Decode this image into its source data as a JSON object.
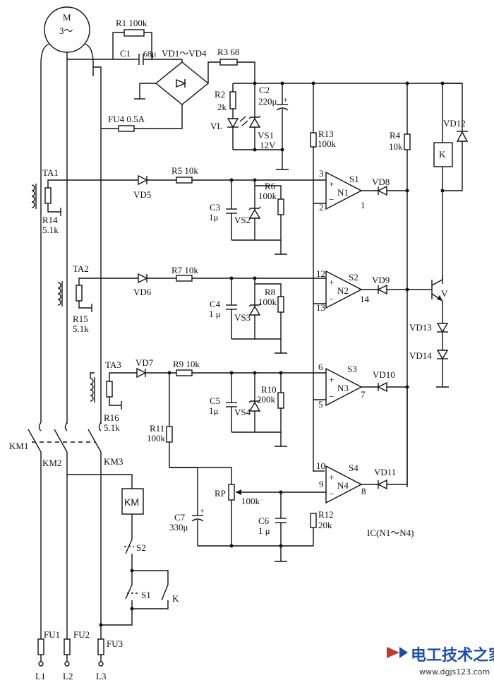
{
  "motor": {
    "name": "M",
    "type": "3～"
  },
  "labels": {
    "r1": "R1 100k",
    "c1": "C1",
    "c1_val": "68μ",
    "bridge": "VD1～VD4",
    "r3": "R3 68",
    "r2": "R2",
    "r2_val": "2k",
    "c2": "C2",
    "c2_val": "220μ",
    "vl": "VL",
    "vs1": "VS1",
    "vs1_val": "12V",
    "fu4": "FU4 0.5A",
    "r13": "R13",
    "r13_val": "100k",
    "r4": "R4",
    "r4_val": "10k",
    "vd12": "VD12",
    "k_relay": "K",
    "ta1": "TA1",
    "vd5": "VD5",
    "r5": "R5 10k",
    "r6": "R6",
    "r6_val": "100k",
    "c3": "C3",
    "c3_val": "1μ",
    "vs2": "VS2",
    "r14": "R14",
    "r14_val": "5.1k",
    "s1": "S1",
    "n1": "N1",
    "p3": "3",
    "p2": "2",
    "p1": "1",
    "vd8": "VD8",
    "ta2": "TA2",
    "vd6": "VD6",
    "r7": "R7 10k",
    "r8": "R8",
    "r8_val": "100k",
    "c4": "C4",
    "c4_val": "1 μ",
    "vs3": "VS3",
    "r15": "R15",
    "r15_val": "5.1k",
    "s2": "S2",
    "n2": "N2",
    "p12": "12",
    "p13": "13",
    "p14": "14",
    "vd9": "VD9",
    "v": "V",
    "vd13": "VD13",
    "vd14": "VD14",
    "ta3": "TA3",
    "vd7": "VD7",
    "r9": "R9 10k",
    "r10": "R10",
    "r10_val": "200k",
    "c5": "C5",
    "c5_val": "1μ",
    "vs4": "VS4",
    "r16": "R16",
    "r16_val": "5.1k",
    "s3": "S3",
    "n3": "N3",
    "p6": "6",
    "p5": "5",
    "p7": "7",
    "vd10": "VD10",
    "r11": "R11",
    "r11_val": "100k",
    "s4": "S4",
    "n4": "N4",
    "p10": "10",
    "p9": "9",
    "p8": "8",
    "vd11": "VD11",
    "rp": "RP",
    "rp_val": "100k",
    "c7": "C7",
    "c7_val": "330μ",
    "c6": "C6",
    "c6_val": "1 μ",
    "r12": "R12",
    "r12_val": "20k",
    "ic": "IC(N1～N4)",
    "km1": "KM1",
    "km2": "KM2",
    "km3": "KM3",
    "km": "KM",
    "sw_s2": "S2",
    "sw_s1": "S1",
    "sw_k": "K",
    "fu1": "FU1",
    "fu2": "FU2",
    "fu3": "FU3",
    "l1": "L1",
    "l2": "L2",
    "l3": "L3",
    "plus": "+",
    "minus": "−"
  },
  "watermark": {
    "text": "电工技术之家",
    "url": "www.dgjs123.com"
  }
}
